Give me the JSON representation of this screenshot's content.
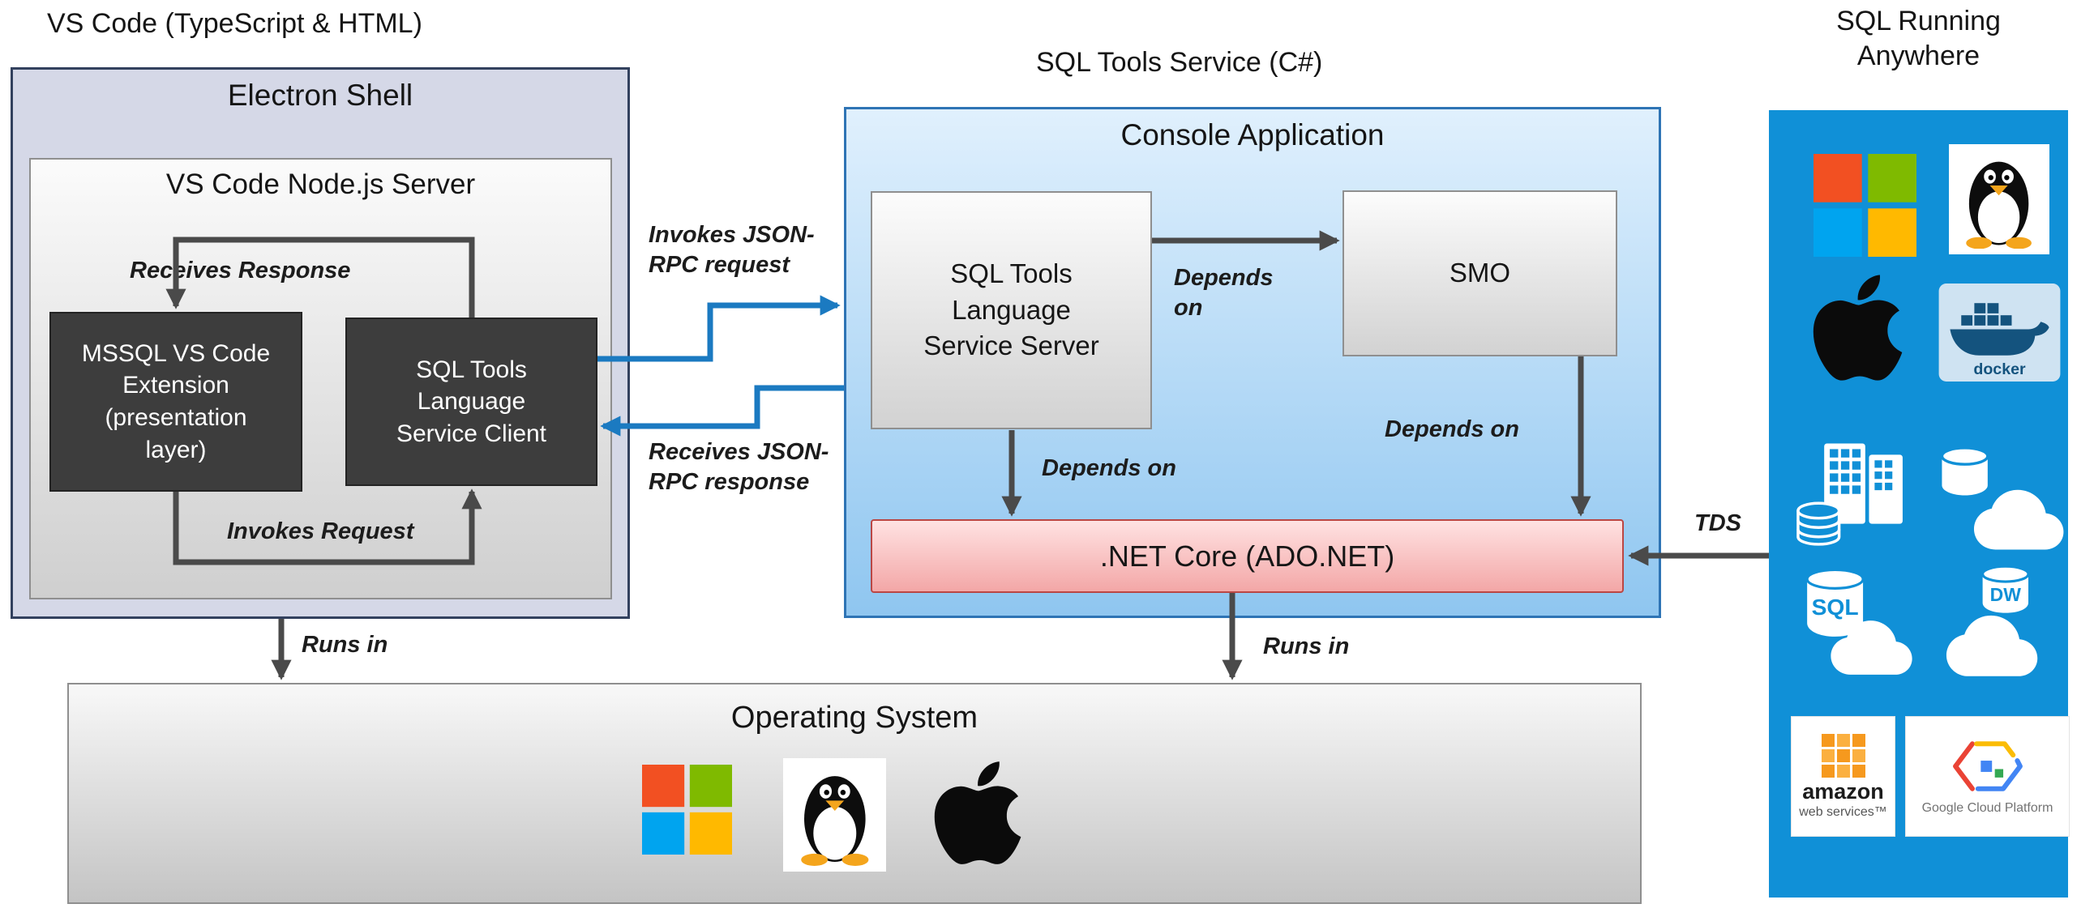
{
  "titles": {
    "left": "VS Code (TypeScript & HTML)",
    "middle": "SQL Tools Service (C#)",
    "right": "SQL Running\nAnywhere"
  },
  "electron": {
    "title": "Electron Shell",
    "node_server_title": "VS Code Node.js Server",
    "mssql_extension": "MSSQL VS Code\nExtension\n(presentation\nlayer)",
    "service_client": "SQL Tools\nLanguage\nService Client"
  },
  "console": {
    "title": "Console Application",
    "service_server": "SQL Tools\nLanguage\nService Server",
    "smo": "SMO",
    "dotnet": ".NET Core (ADO.NET)"
  },
  "os": {
    "title": "Operating System"
  },
  "labels": {
    "receives_response": "Receives Response",
    "invokes_request": "Invokes Request",
    "invokes_jsonrpc": "Invokes JSON-\nRPC request",
    "receives_jsonrpc": "Receives JSON-\nRPC response",
    "depends_on": "Depends on",
    "depends_on_2line": "Depends\non",
    "runs_in": "Runs in",
    "tds": "TDS"
  },
  "icons": {
    "docker": "docker",
    "sql": "SQL",
    "dw": "DW",
    "aws_name": "amazon",
    "aws_sub": "web services™",
    "gcp": "Google Cloud Platform"
  },
  "colors": {
    "panel_blue": "#1090d7",
    "arrow_blue": "#1b7ac1",
    "arrow_gray": "#4a4a4a",
    "dark_box": "#3d3d3d",
    "dotnet_border": "#bb4744",
    "electron_fill": "#d5d8e7",
    "console_border": "#2e74b5"
  }
}
